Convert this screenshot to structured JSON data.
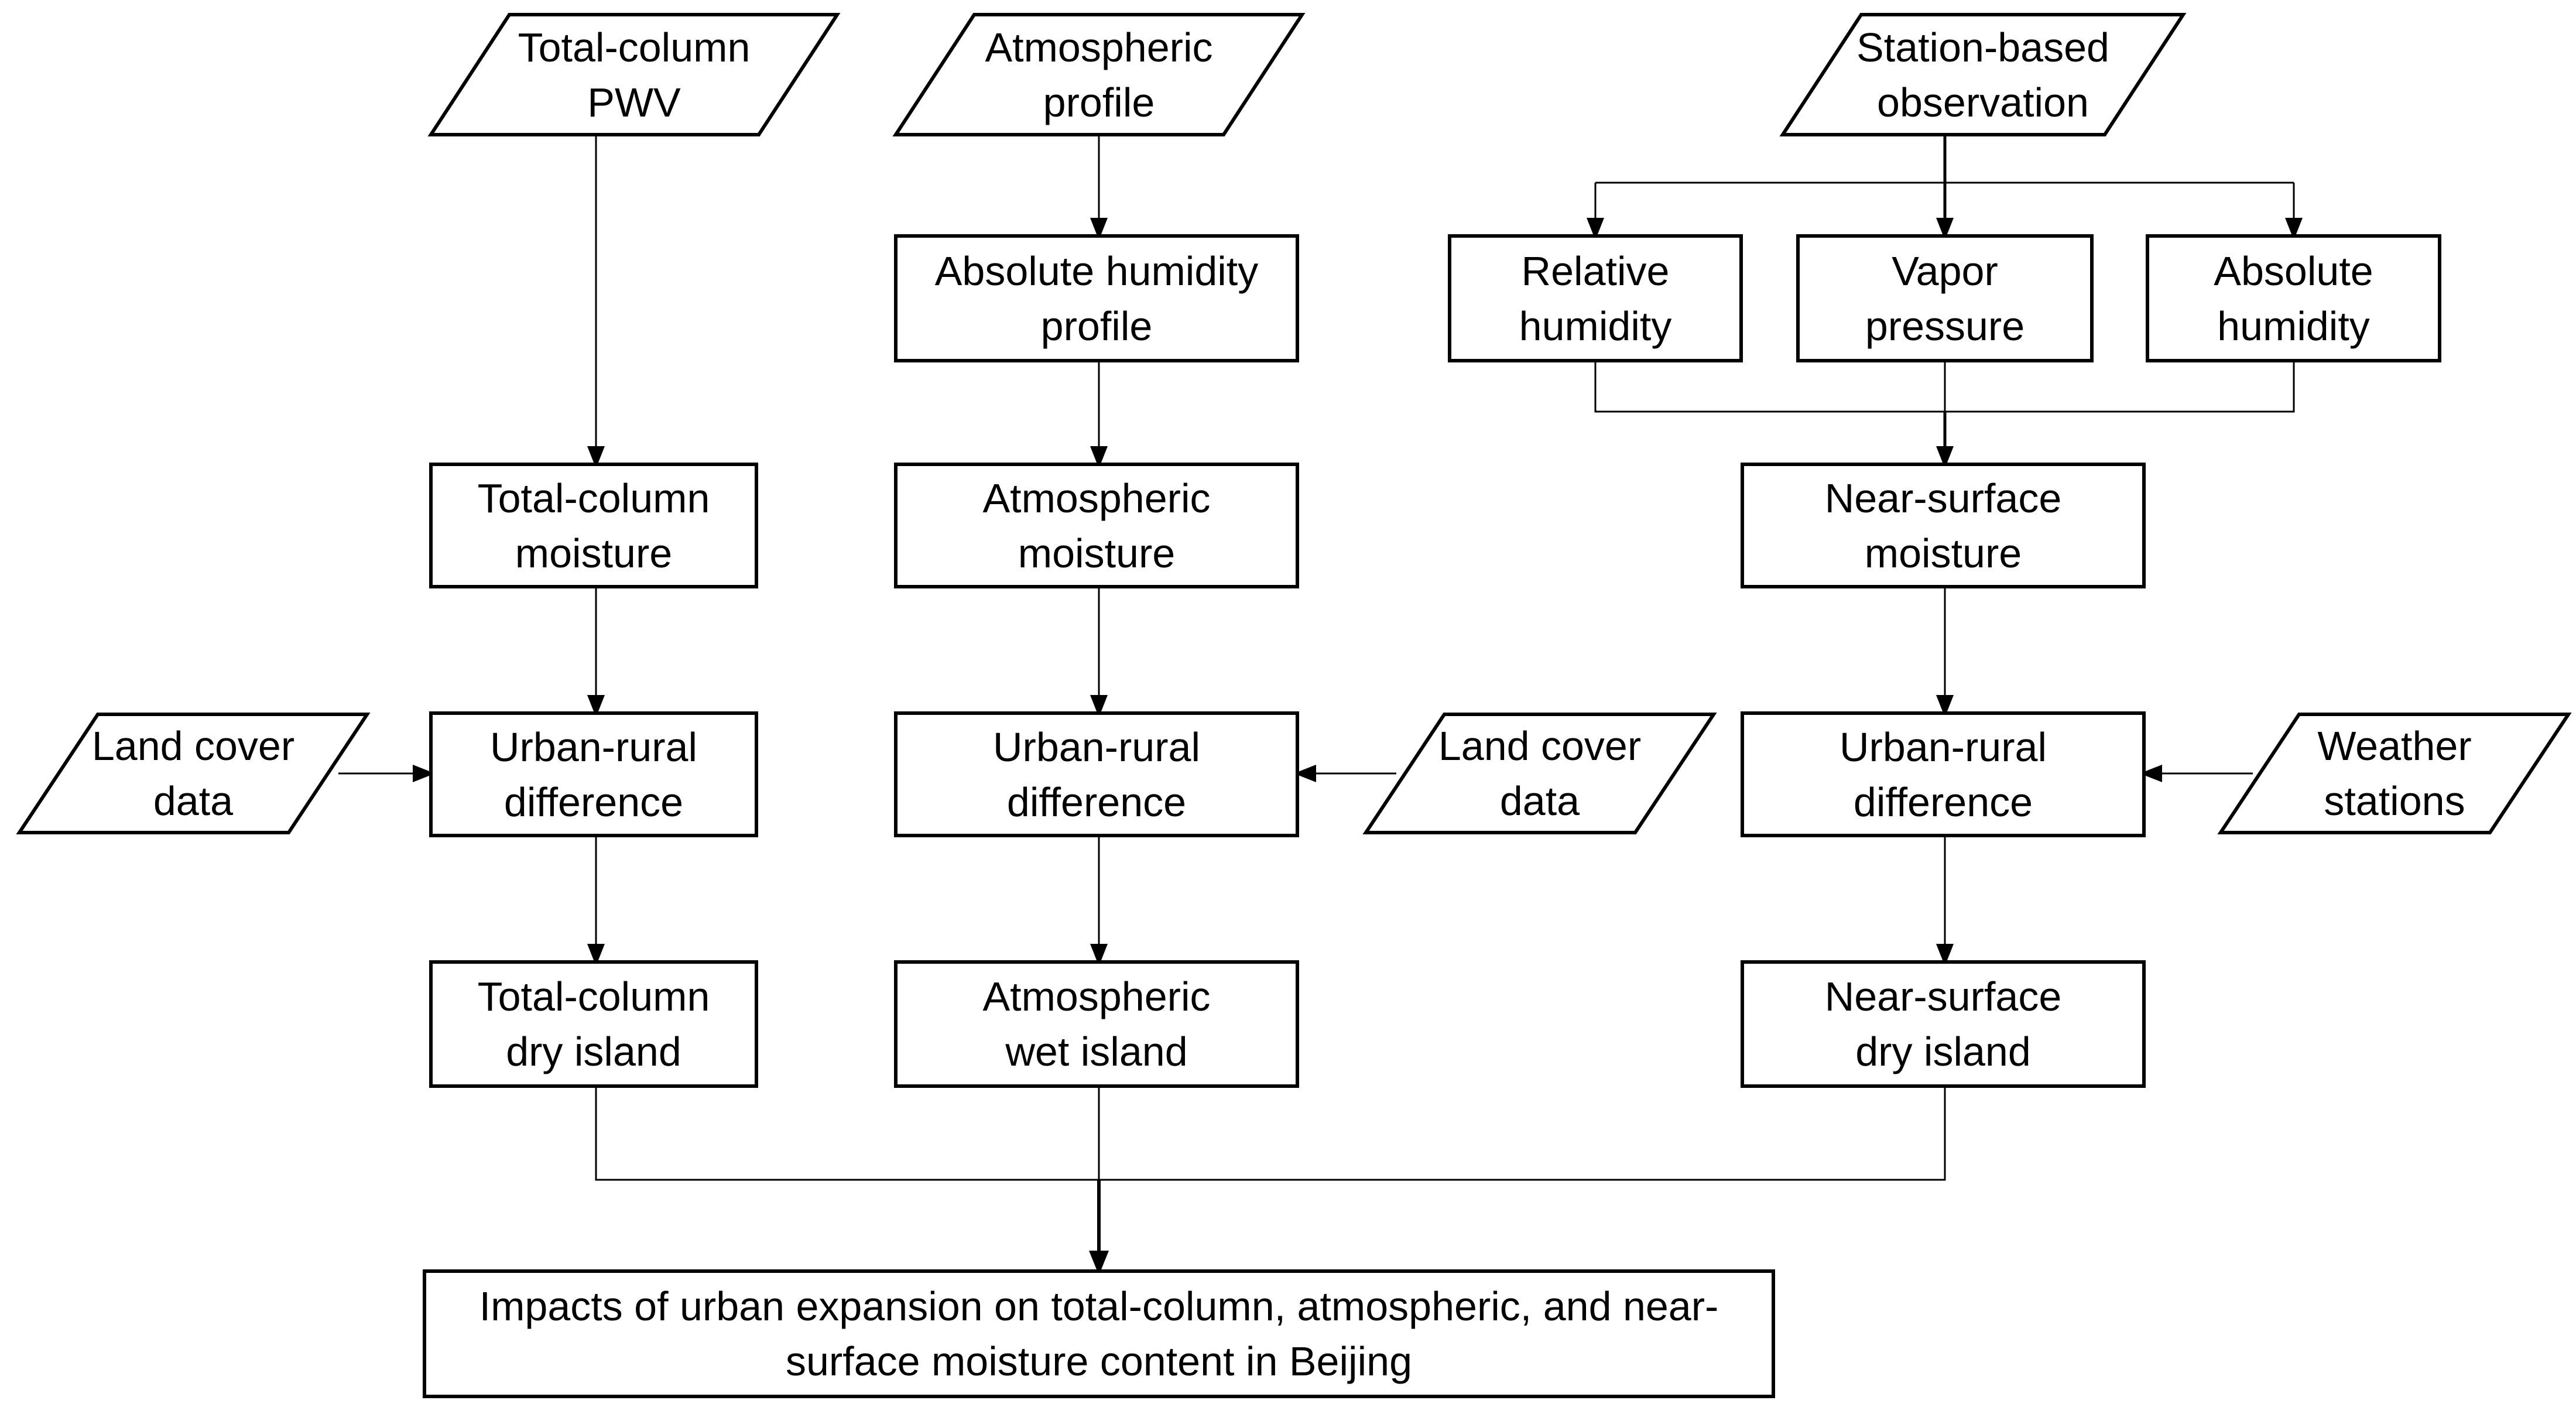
{
  "inputs": {
    "pwv": "Total-column\nPWV",
    "atmospheric_profile": "Atmospheric\nprofile",
    "station_observation": "Station-based\nobservation",
    "land_cover_left": "Land cover\ndata",
    "land_cover_middle": "Land cover\ndata",
    "weather_stations": "Weather\nstations"
  },
  "process": {
    "absolute_humidity_profile": "Absolute humidity\nprofile",
    "relative_humidity": "Relative\nhumidity",
    "vapor_pressure": "Vapor\npressure",
    "absolute_humidity": "Absolute\nhumidity",
    "total_column_moisture": "Total-column\nmoisture",
    "atmospheric_moisture": "Atmospheric\nmoisture",
    "near_surface_moisture": "Near-surface\nmoisture",
    "urban_rural_left": "Urban-rural\ndifference",
    "urban_rural_middle": "Urban-rural\ndifference",
    "urban_rural_right": "Urban-rural\ndifference",
    "total_column_dry_island": "Total-column\ndry island",
    "atmospheric_wet_island": "Atmospheric\nwet island",
    "near_surface_dry_island": "Near-surface\ndry island"
  },
  "output": {
    "impacts": "Impacts of urban expansion on total-column, atmospheric, and near-\nsurface moisture content in Beijing"
  }
}
